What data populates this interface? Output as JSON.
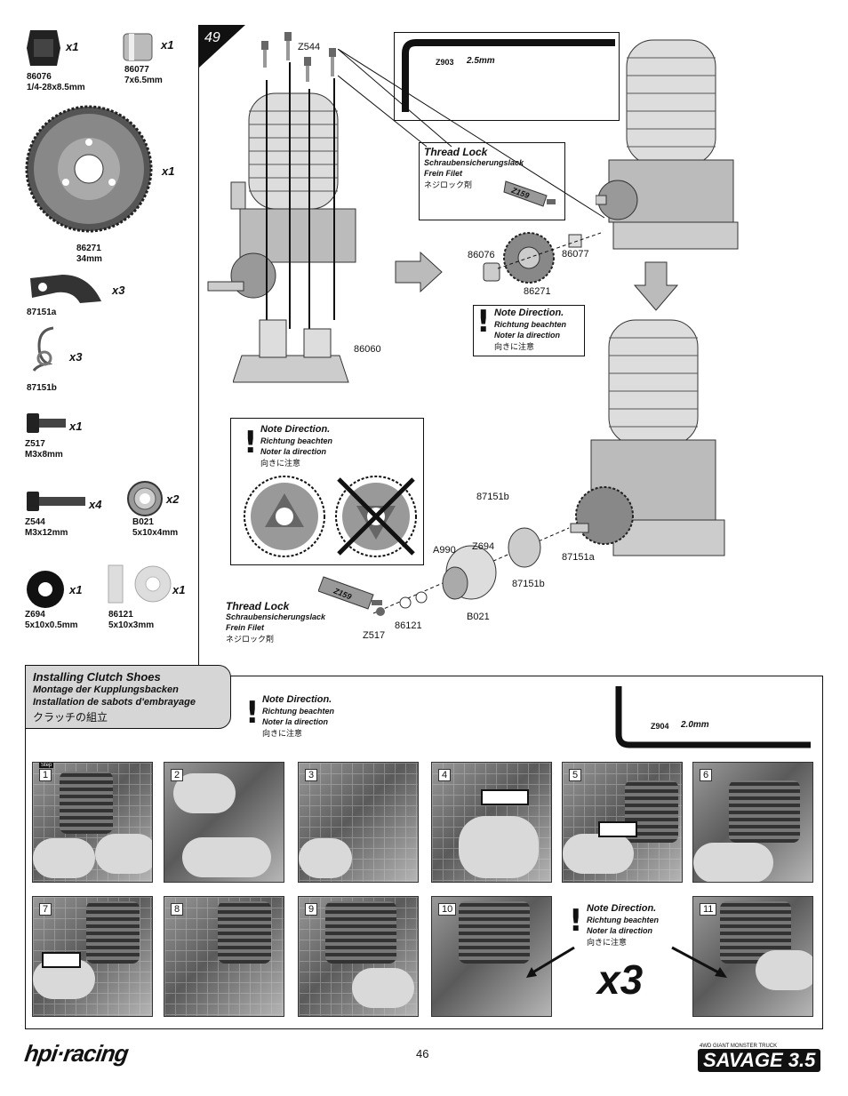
{
  "step": {
    "number": "49"
  },
  "parts": [
    {
      "code": "86076",
      "desc": "1/4-28x8.5mm",
      "qty": "x1"
    },
    {
      "code": "86077",
      "desc": "7x6.5mm",
      "qty": "x1"
    },
    {
      "code": "86271",
      "desc": "34mm",
      "qty": "x1"
    },
    {
      "code": "87151a",
      "desc": "",
      "qty": "x3"
    },
    {
      "code": "87151b",
      "desc": "",
      "qty": "x3"
    },
    {
      "code": "Z517",
      "desc": "M3x8mm",
      "qty": "x1"
    },
    {
      "code": "Z544",
      "desc": "M3x12mm",
      "qty": "x4"
    },
    {
      "code": "B021",
      "desc": "5x10x4mm",
      "qty": "x2"
    },
    {
      "code": "Z694",
      "desc": "5x10x0.5mm",
      "qty": "x1"
    },
    {
      "code": "86121",
      "desc": "5x10x3mm",
      "qty": "x1"
    }
  ],
  "wrench_top": {
    "code": "Z903",
    "size": "2.5mm"
  },
  "wrench_bottom": {
    "code": "Z904",
    "size": "2.0mm"
  },
  "thread_lock": {
    "en": "Thread Lock",
    "de": "Schraubensicherungslack",
    "fr": "Frein Filet",
    "jp": "ネジロック剤",
    "tube": "Z159"
  },
  "note_direction": {
    "en": "Note Direction.",
    "de": "Richtung beachten",
    "fr": "Noter la direction",
    "jp": "向きに注意"
  },
  "callouts": {
    "z544": "Z544",
    "n86060": "86060",
    "n86076": "86076",
    "n86077": "86077",
    "n86271": "86271",
    "n87151b_a": "87151b",
    "a990": "A990",
    "z694": "Z694",
    "n87151a": "87151a",
    "n87151b_b": "87151b",
    "b021": "B021",
    "n86121": "86121",
    "z517": "Z517"
  },
  "clutch": {
    "title_en": "Installing Clutch Shoes",
    "title_de": "Montage der Kupplungsbacken",
    "title_fr": "Installation de sabots d'embrayage",
    "title_jp": "クラッチの組立",
    "steps": [
      "1",
      "2",
      "3",
      "4",
      "5",
      "6",
      "7",
      "8",
      "9",
      "10",
      "11"
    ],
    "step_tag": "Step",
    "repeat": "x3"
  },
  "footer": {
    "page": "46",
    "brand": "hpi·racing",
    "product": "SAVAGE 3.5",
    "product_sub": "4WD GIANT MONSTER TRUCK"
  }
}
